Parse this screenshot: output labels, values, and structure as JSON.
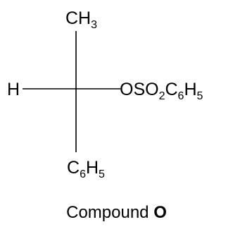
{
  "molecule": {
    "top_group": {
      "main": "CH",
      "sub": "3"
    },
    "left_atom": "H",
    "right_group": {
      "parts": [
        {
          "main": "OSO",
          "sub": "2"
        },
        {
          "main": "C",
          "sub": "6"
        },
        {
          "main": "H",
          "sub": "5"
        }
      ]
    },
    "bottom_group": {
      "parts": [
        {
          "main": "C",
          "sub": "6"
        },
        {
          "main": "H",
          "sub": "5"
        }
      ]
    }
  },
  "caption": {
    "text": "Compound",
    "label": "O"
  },
  "colors": {
    "ink": "#000000",
    "background": "#ffffff"
  }
}
